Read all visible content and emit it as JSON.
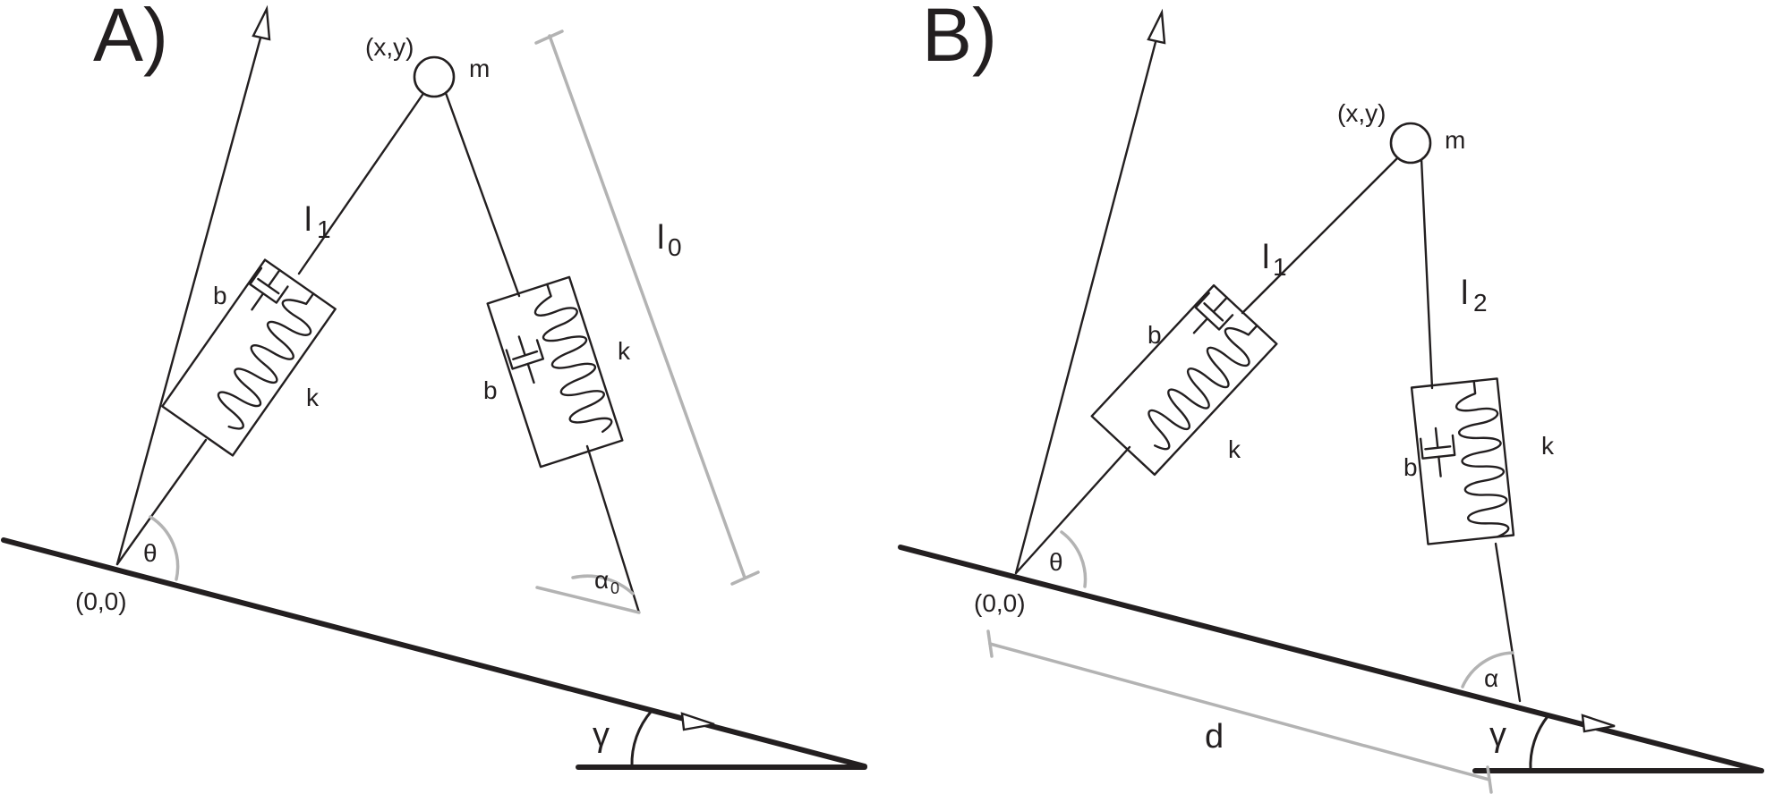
{
  "panels": [
    {
      "id": "A",
      "label": "A)",
      "mass_coord": "(x,y)",
      "mass_label": "m",
      "origin_label": "(0,0)",
      "leg1_label": "l",
      "leg1_sub": "1",
      "rest_length_label": "l",
      "rest_length_sub": "0",
      "theta_label": "θ",
      "alpha_label": "α",
      "alpha_sub": "0",
      "gamma_label": "γ",
      "left_spring": {
        "damper": "b",
        "spring": "k"
      },
      "right_spring": {
        "damper": "b",
        "spring": "k"
      }
    },
    {
      "id": "B",
      "label": "B)",
      "mass_coord": "(x,y)",
      "mass_label": "m",
      "origin_label": "(0,0)",
      "leg1_label": "l",
      "leg1_sub": "1",
      "leg2_label": "l",
      "leg2_sub": "2",
      "theta_label": "θ",
      "alpha_label": "α",
      "gamma_label": "γ",
      "distance_label": "d",
      "left_spring": {
        "damper": "b",
        "spring": "k"
      },
      "right_spring": {
        "damper": "b",
        "spring": "k"
      }
    }
  ],
  "colors": {
    "ink": "#231f20",
    "dimension": "#b3b3b3",
    "background": "#ffffff"
  }
}
